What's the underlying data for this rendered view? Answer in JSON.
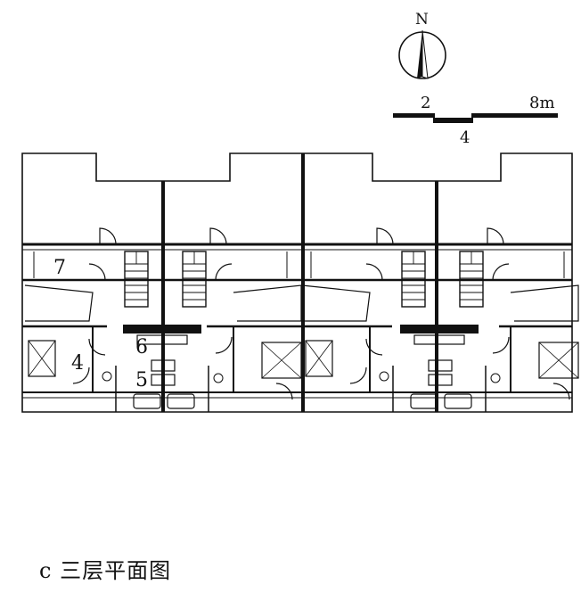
{
  "compass": {
    "north_label": "N"
  },
  "scale_bar": {
    "label_2": "2",
    "label_4": "4",
    "label_8": "8m"
  },
  "room_labels": [
    "7",
    "4",
    "6",
    "5"
  ],
  "caption": "c 三层平面图"
}
